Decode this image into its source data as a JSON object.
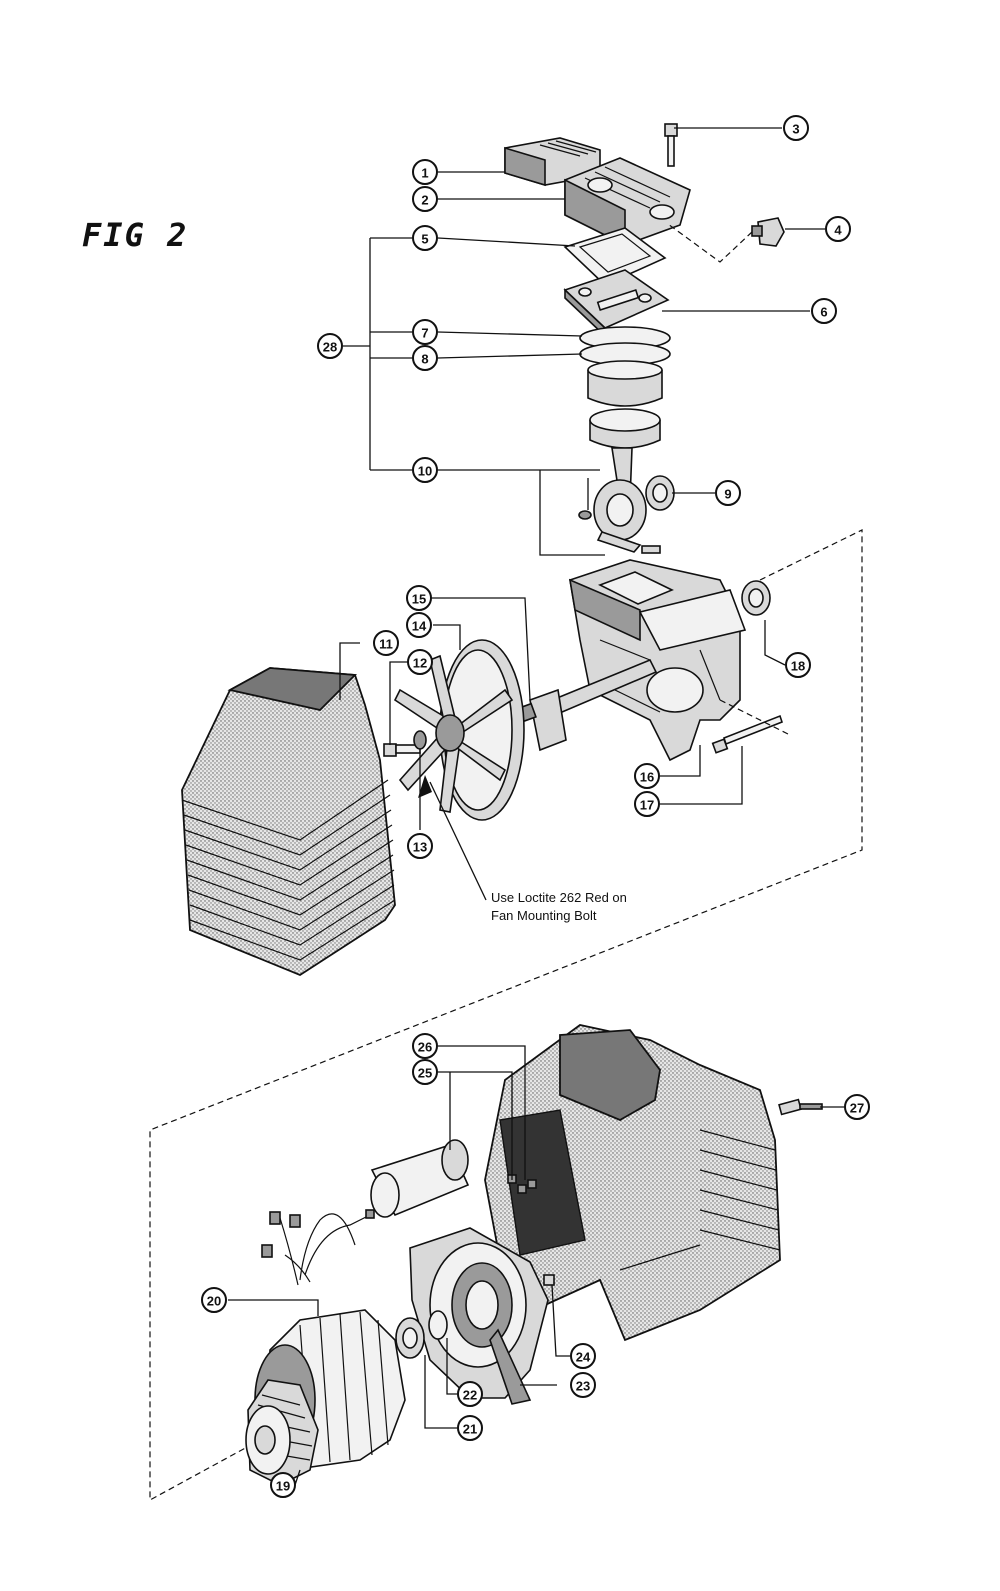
{
  "figure": {
    "title": "FIG 2",
    "note_line1": "Use Loctite 262 Red on",
    "note_line2": "Fan Mounting Bolt"
  },
  "callouts": [
    "1",
    "2",
    "3",
    "4",
    "5",
    "6",
    "7",
    "8",
    "9",
    "10",
    "11",
    "12",
    "13",
    "14",
    "15",
    "16",
    "17",
    "18",
    "19",
    "20",
    "21",
    "22",
    "23",
    "24",
    "25",
    "26",
    "27",
    "28"
  ]
}
